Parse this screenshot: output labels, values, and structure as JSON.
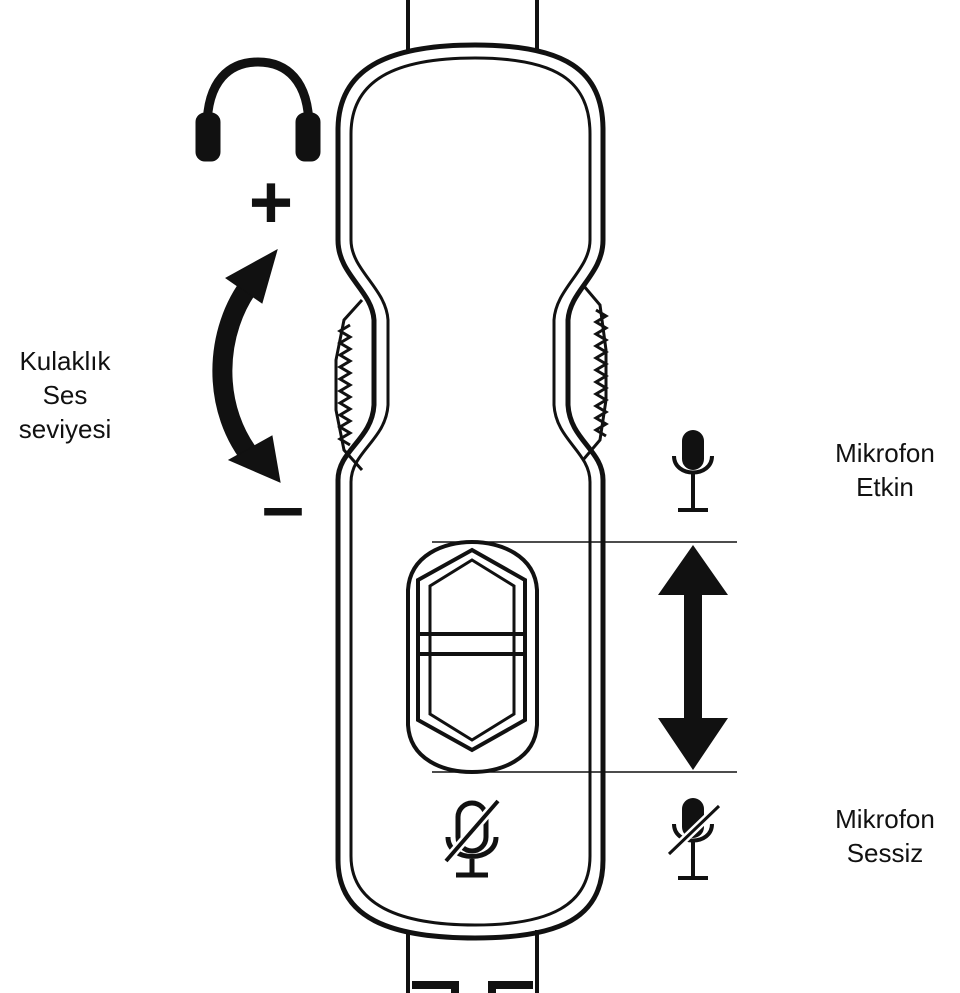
{
  "labels": {
    "headphone_volume": [
      "Kulaklık",
      "Ses",
      "seviyesi"
    ],
    "mic_enabled": [
      "Mikrofon",
      "Etkin"
    ],
    "mic_muted": [
      "Mikrofon",
      "Sessiz"
    ]
  },
  "signs": {
    "plus": "+",
    "minus": "–"
  },
  "icons": {
    "headphones": "headphones-icon",
    "mic_on": "microphone-icon",
    "mic_off": "microphone-muted-icon",
    "body_mute_mark": "microphone-muted-icon",
    "volume_arrow": "curved-double-arrow-icon",
    "switch_arrow": "vertical-double-arrow-icon"
  },
  "colors": {
    "line": "#111111",
    "background": "#ffffff"
  }
}
